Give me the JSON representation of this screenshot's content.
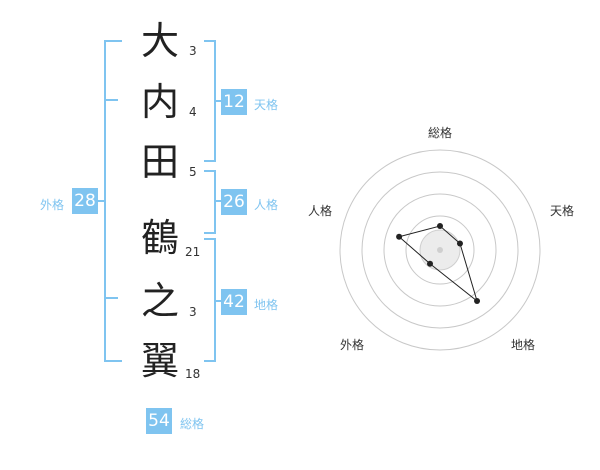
{
  "name": {
    "chars": [
      {
        "char": "大",
        "strokes": "3"
      },
      {
        "char": "内",
        "strokes": "4"
      },
      {
        "char": "田",
        "strokes": "5"
      },
      {
        "char": "鶴",
        "strokes": "21"
      },
      {
        "char": "之",
        "strokes": "3"
      },
      {
        "char": "翼",
        "strokes": "18"
      }
    ]
  },
  "fortunes": {
    "tenkaku": {
      "value": "12",
      "label": "天格"
    },
    "jinkaku": {
      "value": "26",
      "label": "人格"
    },
    "chikaku": {
      "value": "42",
      "label": "地格"
    },
    "gaikaku": {
      "value": "28",
      "label": "外格"
    },
    "soukaku": {
      "value": "54",
      "label": "総格"
    }
  },
  "radar": {
    "axes": [
      "総格",
      "天格",
      "地格",
      "外格",
      "人格"
    ],
    "values": [
      0.24,
      0.21,
      0.63,
      0.17,
      0.43
    ]
  },
  "colors": {
    "accent": "#7fc4f0"
  }
}
